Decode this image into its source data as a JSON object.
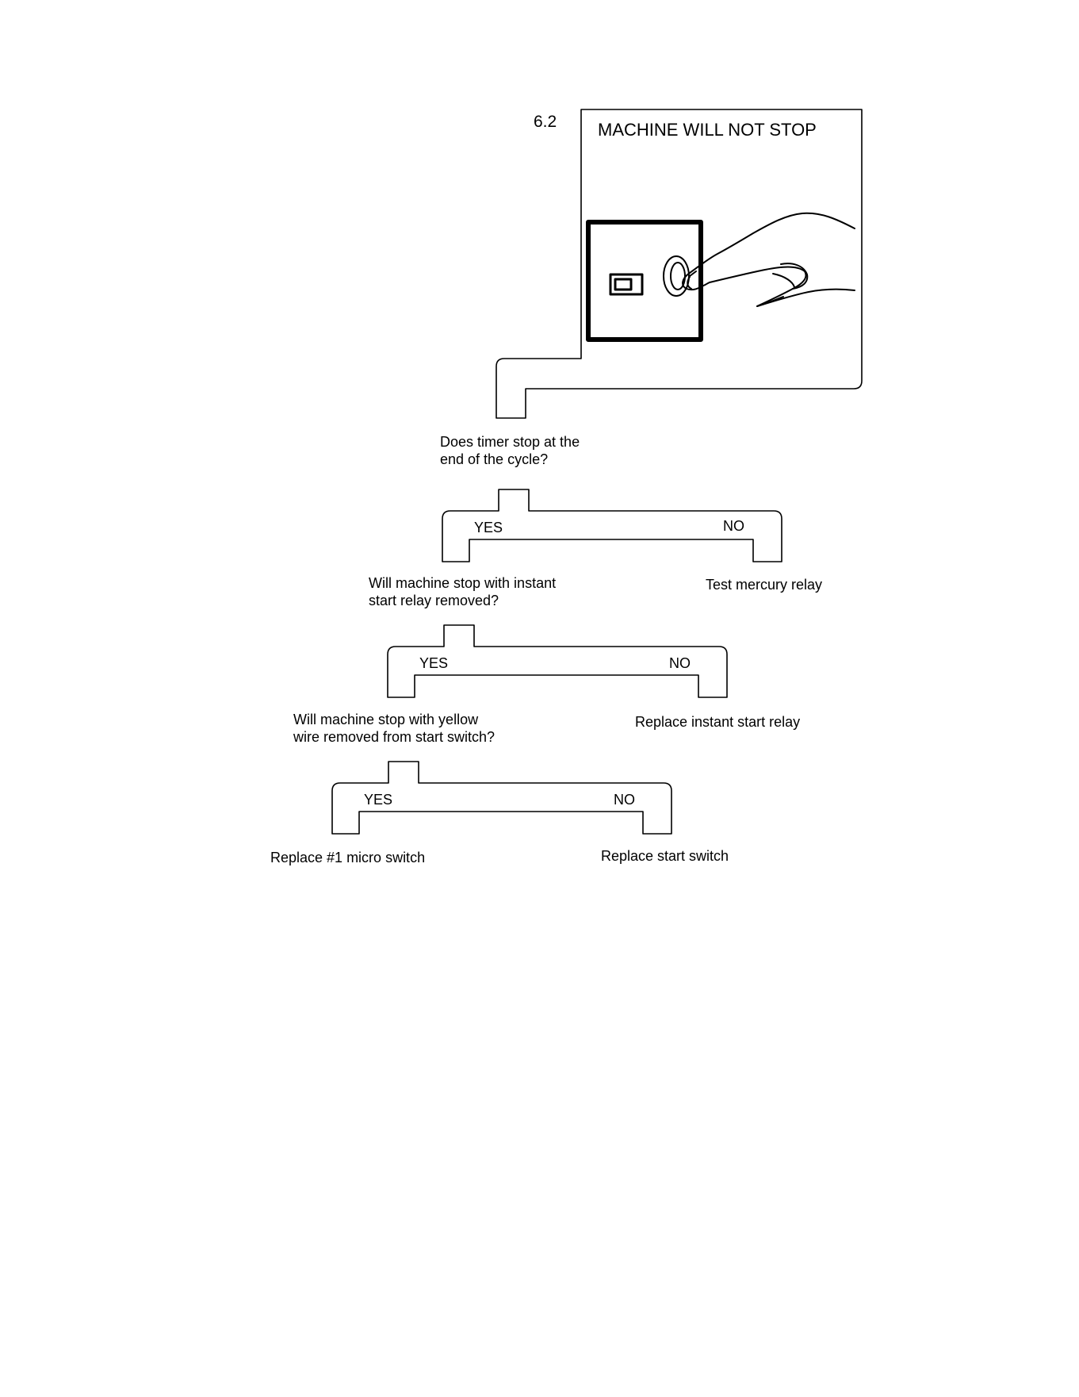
{
  "section_number": "6.2",
  "title": "MACHINE WILL NOT STOP",
  "illustration": {
    "icon": "hand-pressing-switch-icon"
  },
  "steps": [
    {
      "question_line1": "Does timer stop at the",
      "question_line2": "end of the cycle?",
      "yes_label": "YES",
      "no_label": "NO",
      "no_result": "Test mercury relay"
    },
    {
      "question_line1": "Will machine stop with instant",
      "question_line2": "start relay removed?",
      "yes_label": "YES",
      "no_label": "NO",
      "no_result": "Replace instant start relay"
    },
    {
      "question_line1": "Will machine stop with yellow",
      "question_line2": "wire removed from start switch?",
      "yes_label": "YES",
      "no_label": "NO",
      "no_result": "Replace start switch",
      "yes_result": "Replace #1 micro switch"
    }
  ]
}
